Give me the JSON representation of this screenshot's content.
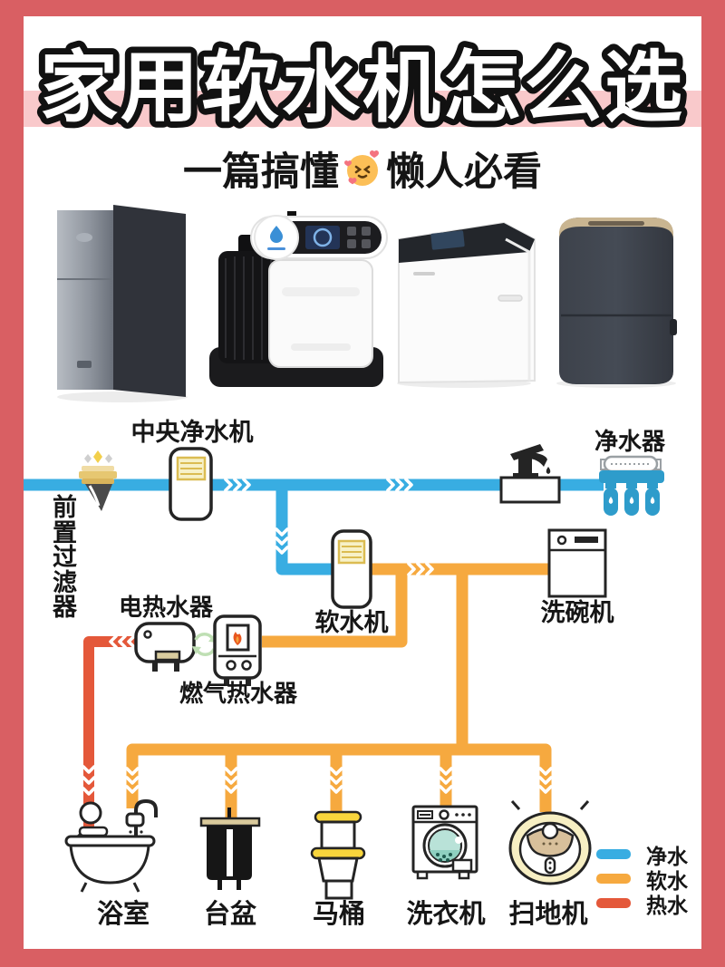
{
  "header": {
    "title": "家用软水机怎么选"
  },
  "subtitle": {
    "part1": "一篇搞懂",
    "emoji": "🥰",
    "part2": "懒人必看"
  },
  "products": {
    "items": [
      "dark-tower-unit",
      "tank-softener-unit",
      "cabinet-softener-unit",
      "cylinder-softener-unit"
    ]
  },
  "diagram": {
    "labels": {
      "pre_filter": "前置过滤器",
      "central_purifier": "中央净水机",
      "purifier": "净水器",
      "softener": "软水机",
      "dishwasher": "洗碗机",
      "electric_heater": "电热水器",
      "gas_heater": "燃气热水器",
      "bathroom": "浴室",
      "basin": "台盆",
      "toilet": "马桶",
      "washer": "洗衣机",
      "robot": "扫地机"
    }
  },
  "legend": {
    "items": [
      {
        "label": "净水",
        "color": "#38ade2"
      },
      {
        "label": "软水",
        "color": "#f6a93f"
      },
      {
        "label": "热水",
        "color": "#e4583a"
      }
    ]
  },
  "colors": {
    "frame": "#d95f63",
    "highlight": "#f9c9cb",
    "clean": "#38ade2",
    "soft": "#f6a93f",
    "hot": "#e4583a"
  }
}
